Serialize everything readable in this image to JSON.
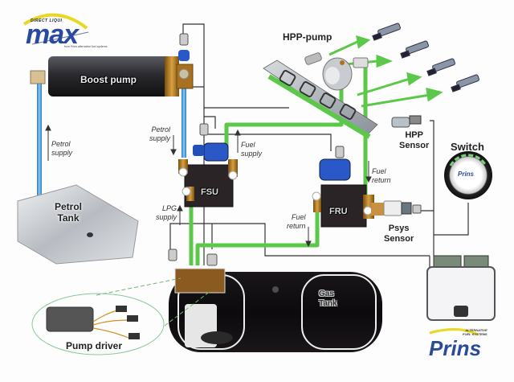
{
  "title": "Direct LiquiMax LPG direct injection system diagram",
  "logo": {
    "brand_top": "DIRECT LIQUI",
    "brand_main": "max",
    "tagline": "from Prins alternative fuel systems"
  },
  "components": {
    "boost_pump": "Boost pump",
    "petrol_tank": [
      "Petrol",
      "Tank"
    ],
    "fsu": "FSU",
    "fru": "FRU",
    "hpp_pump": "HPP-pump",
    "hpp_sensor": [
      "HPP",
      "Sensor"
    ],
    "psys_sensor": [
      "Psys",
      "Sensor"
    ],
    "switch": "Switch",
    "switch_brand": "Prins",
    "gas_tank": [
      "Gas",
      "Tank"
    ],
    "pump_driver": "Pump driver"
  },
  "flow_labels": {
    "petrol_supply_left": [
      "Petrol",
      "supply"
    ],
    "petrol_supply_mid": [
      "Petrol",
      "supply"
    ],
    "fuel_supply": [
      "Fuel",
      "supply"
    ],
    "lpg_supply": [
      "LPG",
      "supply"
    ],
    "fuel_return_right": [
      "Fuel",
      "return"
    ],
    "fuel_return_left": [
      "Fuel",
      "return"
    ]
  },
  "brand_footer": {
    "name": "Prins",
    "tagline": [
      "ALTERNATIVE",
      "FUEL SYSTEMS"
    ]
  },
  "colors": {
    "lpg_line": "#5cc84a",
    "petrol_line": "#4a9ad8",
    "wire": "#333333",
    "brand_blue": "#2a4a9a",
    "logo_yellow": "#e8d820"
  }
}
